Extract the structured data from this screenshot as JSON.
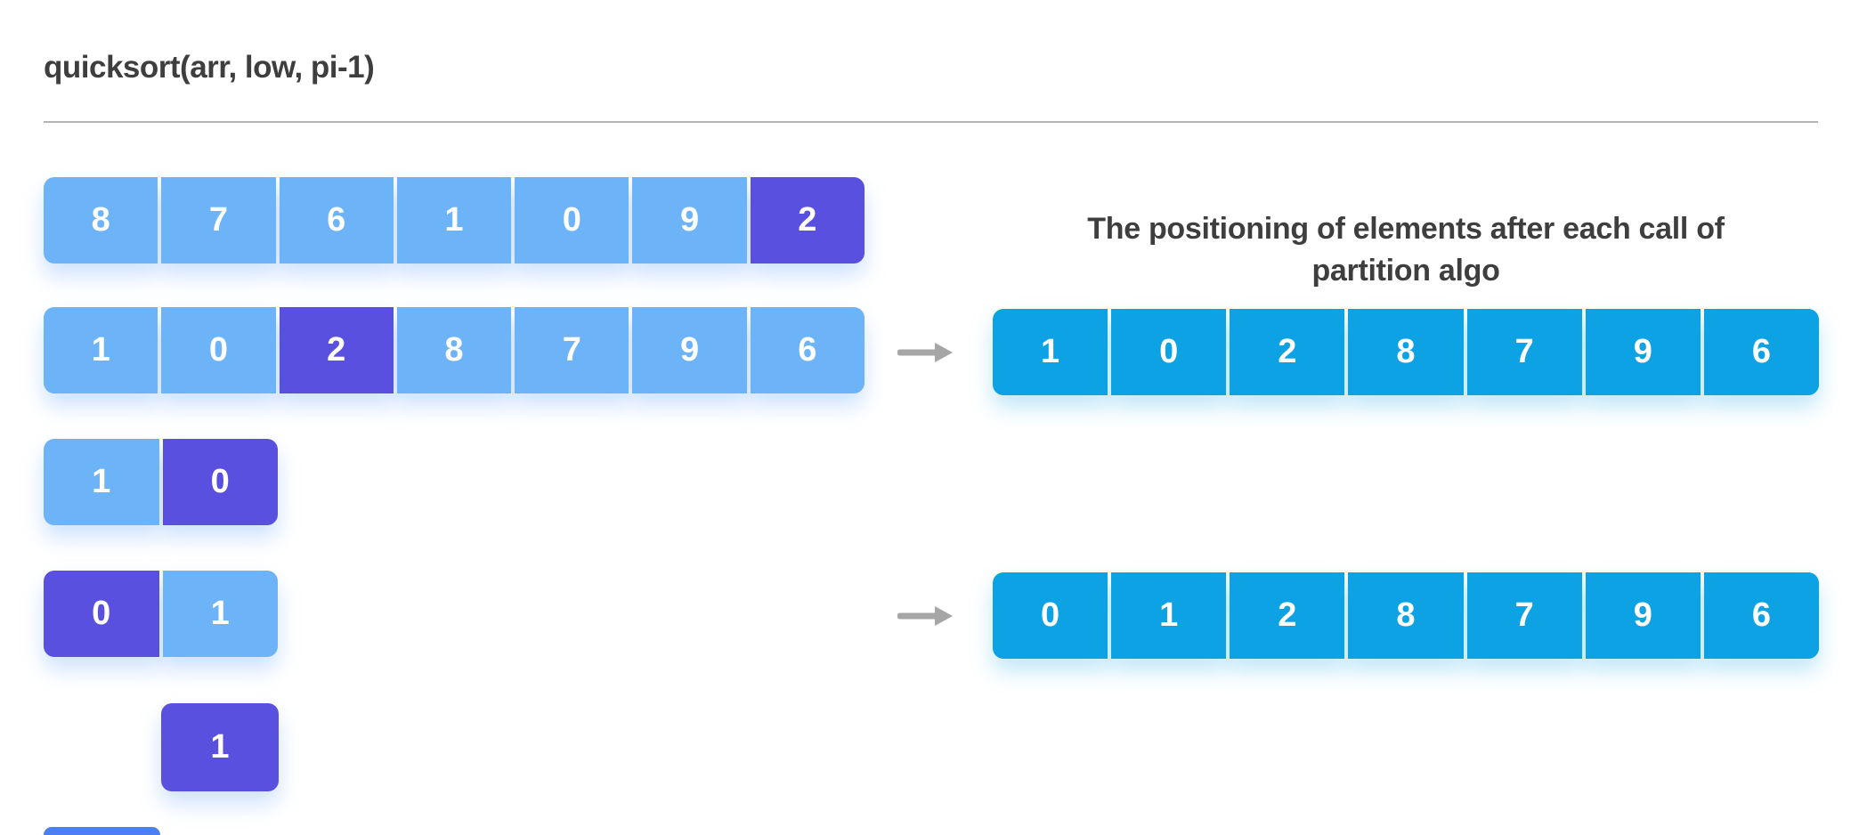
{
  "header": {
    "title": "quicksort(arr, low, pi-1)"
  },
  "right_panel": {
    "heading_line1": "The positioning of elements after each call of",
    "heading_line2": "partition algo"
  },
  "colors": {
    "light_blue": "#6db3f7",
    "pivot_purple": "#5a50e0",
    "result_cyan": "#0da2e3",
    "arrow_gray": "#a6a6a6",
    "text_dark": "#3e3e3e",
    "divider_gray": "#b3b3b3"
  },
  "left_arrays": [
    {
      "values": [
        "8",
        "7",
        "6",
        "1",
        "0",
        "9",
        "2"
      ],
      "pivot_index": 6
    },
    {
      "values": [
        "1",
        "0",
        "2",
        "8",
        "7",
        "9",
        "6"
      ],
      "pivot_index": 2
    },
    {
      "values": [
        "1",
        "0"
      ],
      "pivot_index": 1
    },
    {
      "values": [
        "0",
        "1"
      ],
      "pivot_index": 0
    },
    {
      "values": [
        "1"
      ],
      "pivot_index": 0
    }
  ],
  "result_arrays": [
    {
      "values": [
        "1",
        "0",
        "2",
        "8",
        "7",
        "9",
        "6"
      ]
    },
    {
      "values": [
        "0",
        "1",
        "2",
        "8",
        "7",
        "9",
        "6"
      ]
    }
  ],
  "icons": {
    "arrow_right": "right-arrow"
  }
}
